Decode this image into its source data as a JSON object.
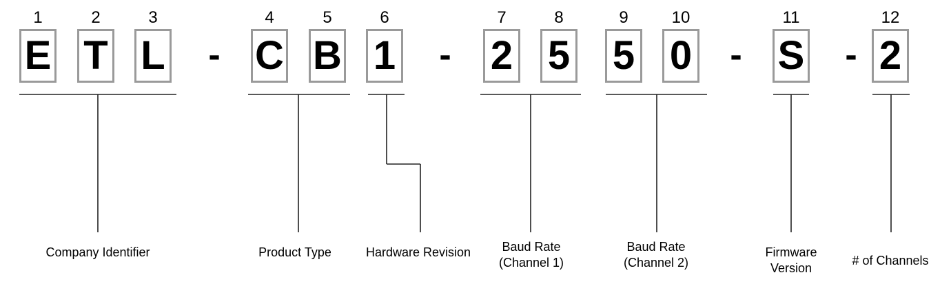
{
  "code_characters": [
    {
      "position": "1",
      "char": "E"
    },
    {
      "position": "2",
      "char": "T"
    },
    {
      "position": "3",
      "char": "L"
    },
    {
      "position": "4",
      "char": "C"
    },
    {
      "position": "5",
      "char": "B"
    },
    {
      "position": "6",
      "char": "1"
    },
    {
      "position": "7",
      "char": "2"
    },
    {
      "position": "8",
      "char": "5"
    },
    {
      "position": "9",
      "char": "5"
    },
    {
      "position": "10",
      "char": "0"
    },
    {
      "position": "11",
      "char": "S"
    },
    {
      "position": "12",
      "char": "2"
    }
  ],
  "separators": [
    "-",
    "-",
    "-",
    "-",
    "-"
  ],
  "segments": [
    {
      "label": "Company Identifier"
    },
    {
      "label": "Product Type"
    },
    {
      "label": "Hardware Revision"
    },
    {
      "label": "Baud Rate\n(Channel 1)"
    },
    {
      "label": "Baud Rate\n(Channel 2)"
    },
    {
      "label": "Firmware\nVersion"
    },
    {
      "label": "# of Channels"
    }
  ]
}
